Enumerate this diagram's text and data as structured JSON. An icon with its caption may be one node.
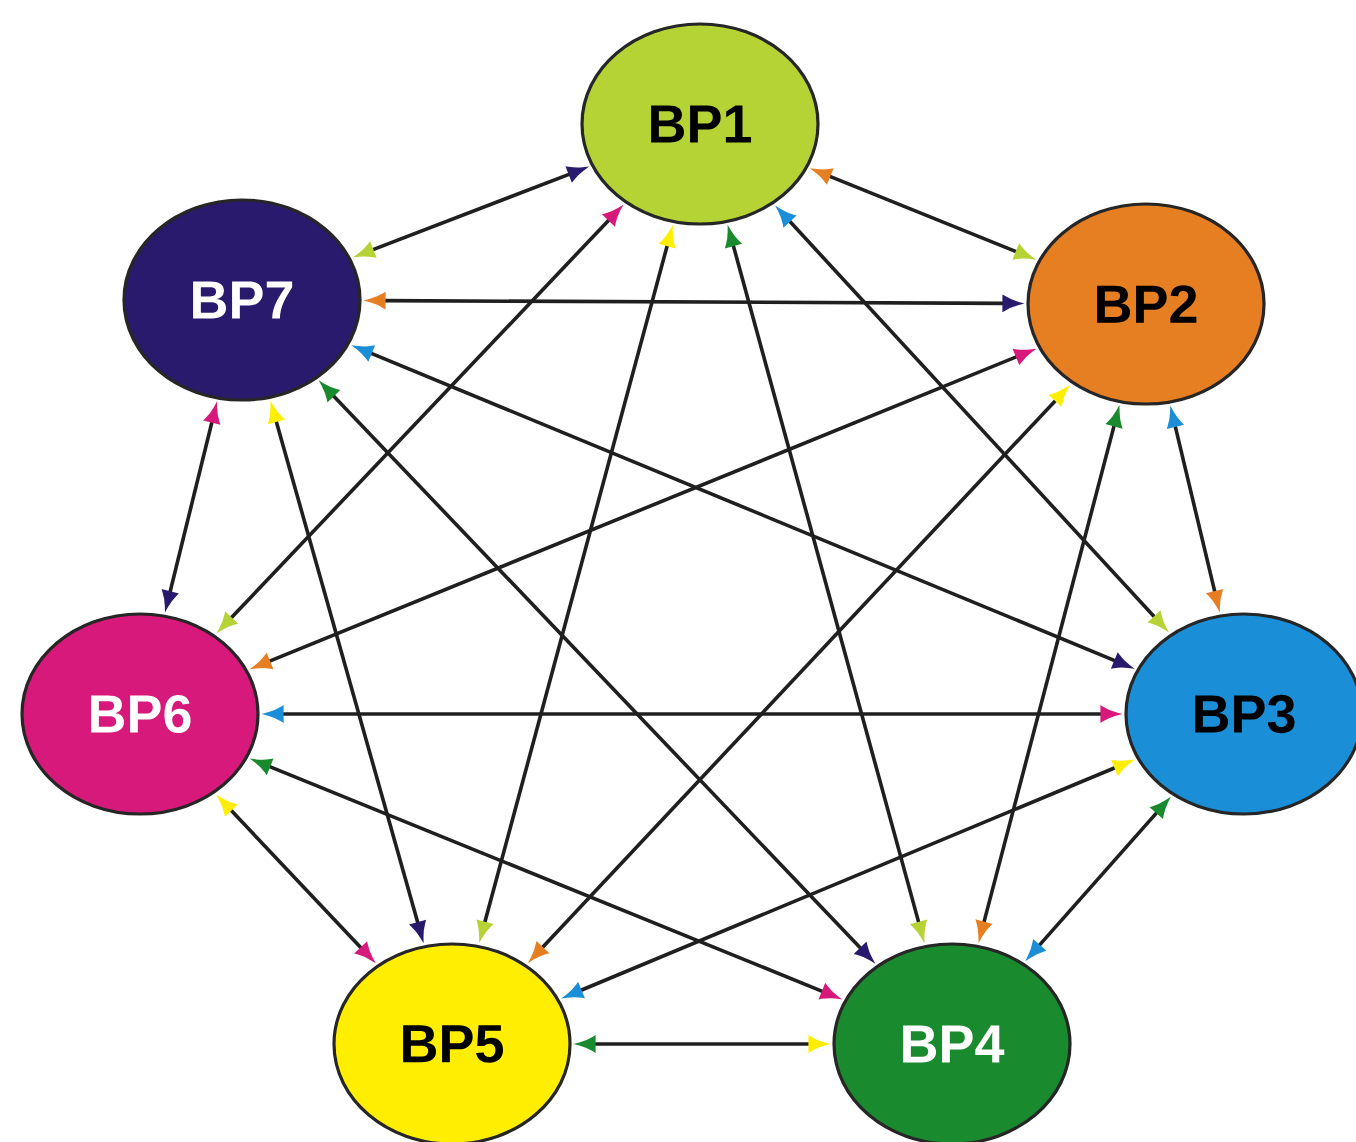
{
  "diagram": {
    "nodes": [
      {
        "text": [
          "BP1"
        ]
      },
      {
        "text": [
          "BP2"
        ]
      },
      {
        "text": [
          "BP3"
        ]
      },
      {
        "text": [
          "BP4"
        ]
      },
      {
        "text": [
          "BP5"
        ]
      },
      {
        "text": [
          "BP6"
        ]
      },
      {
        "text": [
          "BP7"
        ]
      }
    ],
    "edges": [
      {
        "from": 0,
        "to": 1,
        "arrow": "both"
      },
      {
        "from": 0,
        "to": 2,
        "arrow": "both"
      },
      {
        "from": 0,
        "to": 3,
        "arrow": "both"
      },
      {
        "from": 0,
        "to": 4,
        "arrow": "both"
      },
      {
        "from": 0,
        "to": 5,
        "arrow": "both"
      },
      {
        "from": 0,
        "to": 6,
        "arrow": "both"
      },
      {
        "from": 1,
        "to": 2,
        "arrow": "both"
      },
      {
        "from": 1,
        "to": 3,
        "arrow": "both"
      },
      {
        "from": 1,
        "to": 4,
        "arrow": "both"
      },
      {
        "from": 1,
        "to": 5,
        "arrow": "both"
      },
      {
        "from": 1,
        "to": 6,
        "arrow": "both"
      },
      {
        "from": 2,
        "to": 3,
        "arrow": "both"
      },
      {
        "from": 2,
        "to": 4,
        "arrow": "both"
      },
      {
        "from": 2,
        "to": 5,
        "arrow": "both"
      },
      {
        "from": 2,
        "to": 6,
        "arrow": "both"
      },
      {
        "from": 3,
        "to": 4,
        "arrow": "both"
      },
      {
        "from": 3,
        "to": 5,
        "arrow": "both"
      },
      {
        "from": 3,
        "to": 6,
        "arrow": "both"
      },
      {
        "from": 4,
        "to": 5,
        "arrow": "both"
      },
      {
        "from": 4,
        "to": 6,
        "arrow": "both"
      },
      {
        "from": 5,
        "to": 6,
        "arrow": "both"
      }
    ]
  }
}
